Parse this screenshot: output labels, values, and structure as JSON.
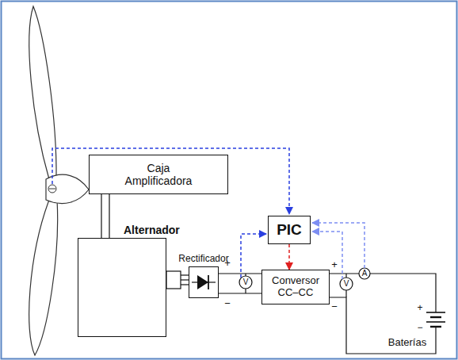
{
  "diagram": {
    "nodes": [
      {
        "text": [
          "Caja Amplificadora"
        ]
      },
      {
        "text": [
          "Alternador"
        ]
      },
      {
        "text": [
          "Rectificador"
        ]
      },
      {
        "text": [
          "PIC"
        ]
      },
      {
        "text": [
          "Conversor CC–CC"
        ]
      }
    ],
    "edges": [
      {
        "from": 0,
        "to": 1,
        "arrow": "none"
      },
      {
        "from": 1,
        "to": 2,
        "arrow": "none"
      },
      {
        "from": 2,
        "to": 4,
        "arrow": "none"
      },
      {
        "from": 3,
        "to": 4,
        "arrow": "to"
      }
    ],
    "labels": [
      "+",
      "−",
      "V",
      "+",
      "−",
      "V",
      "A",
      "+",
      "−",
      "Baterías"
    ]
  }
}
